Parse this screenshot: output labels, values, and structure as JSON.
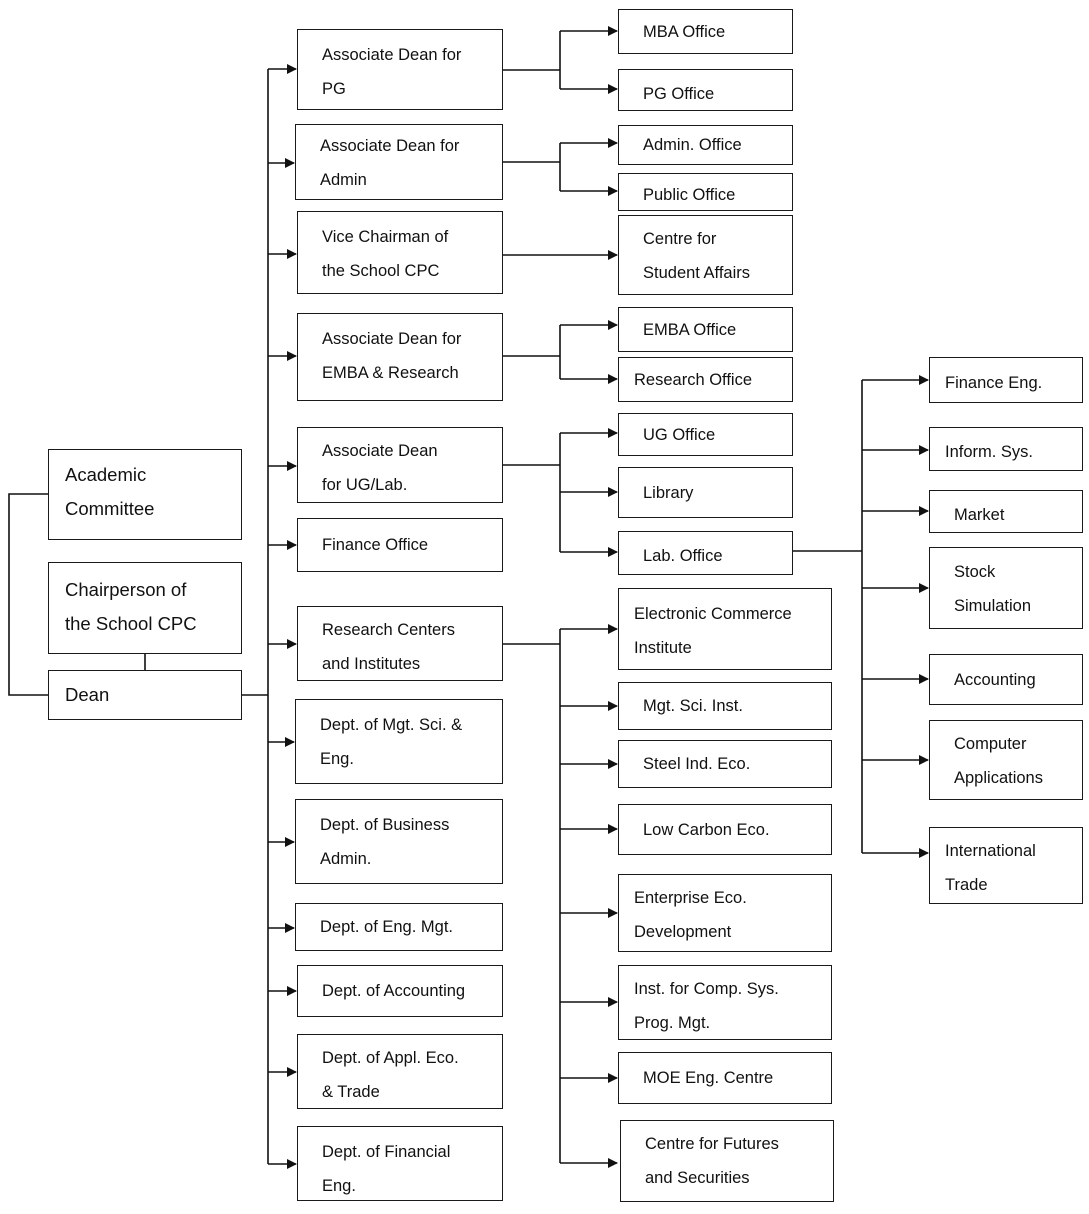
{
  "root": {
    "academic_committee": "Academic\nCommittee",
    "chairperson": "Chairperson of\nthe School CPC",
    "dean": "Dean"
  },
  "units": [
    {
      "id": "ad-pg",
      "label": "Associate Dean for\nPG"
    },
    {
      "id": "ad-admin",
      "label": "Associate Dean for\nAdmin"
    },
    {
      "id": "vice-chairman",
      "label": "Vice Chairman of\nthe School CPC"
    },
    {
      "id": "ad-emba",
      "label": "Associate Dean for\nEMBA & Research"
    },
    {
      "id": "ad-ug",
      "label": "Associate Dean\nfor UG/Lab."
    },
    {
      "id": "finance-office",
      "label": "Finance Office"
    },
    {
      "id": "research-centers",
      "label": "Research Centers\nand Institutes"
    },
    {
      "id": "dept-mgt-sci",
      "label": "Dept. of Mgt. Sci. &\nEng."
    },
    {
      "id": "dept-business",
      "label": "Dept. of Business\nAdmin."
    },
    {
      "id": "dept-eng-mgt",
      "label": "Dept. of Eng. Mgt."
    },
    {
      "id": "dept-accounting",
      "label": "Dept. of Accounting"
    },
    {
      "id": "dept-appl-eco",
      "label": "Dept. of Appl. Eco.\n& Trade"
    },
    {
      "id": "dept-fin-eng",
      "label": "Dept. of Financial\nEng."
    }
  ],
  "offices": [
    {
      "id": "mba-office",
      "label": "MBA Office"
    },
    {
      "id": "pg-office",
      "label": "PG Office"
    },
    {
      "id": "admin-office",
      "label": "Admin. Office"
    },
    {
      "id": "public-office",
      "label": "Public Office"
    },
    {
      "id": "student-affairs",
      "label": "Centre for\nStudent Affairs"
    },
    {
      "id": "emba-office",
      "label": "EMBA Office"
    },
    {
      "id": "research-office",
      "label": "Research Office"
    },
    {
      "id": "ug-office",
      "label": "UG Office"
    },
    {
      "id": "library",
      "label": "Library"
    },
    {
      "id": "lab-office",
      "label": "Lab. Office"
    }
  ],
  "institutes": [
    {
      "id": "ecommerce",
      "label": "Electronic Commerce\nInstitute"
    },
    {
      "id": "mgt-sci-inst",
      "label": "Mgt. Sci. Inst."
    },
    {
      "id": "steel-ind",
      "label": "Steel Ind. Eco."
    },
    {
      "id": "low-carbon",
      "label": "Low Carbon Eco."
    },
    {
      "id": "enterprise-eco",
      "label": "Enterprise Eco.\nDevelopment"
    },
    {
      "id": "comp-sys",
      "label": "Inst. for Comp. Sys.\nProg. Mgt."
    },
    {
      "id": "moe-eng",
      "label": "MOE Eng. Centre"
    },
    {
      "id": "futures",
      "label": "Centre for Futures\nand Securities"
    }
  ],
  "labs": [
    {
      "id": "finance-eng",
      "label": "Finance Eng."
    },
    {
      "id": "inform-sys",
      "label": "Inform. Sys."
    },
    {
      "id": "market",
      "label": "Market"
    },
    {
      "id": "stock-sim",
      "label": "Stock\nSimulation"
    },
    {
      "id": "accounting",
      "label": "Accounting"
    },
    {
      "id": "computer-apps",
      "label": "Computer\nApplications"
    },
    {
      "id": "intl-trade",
      "label": "International\nTrade"
    }
  ]
}
